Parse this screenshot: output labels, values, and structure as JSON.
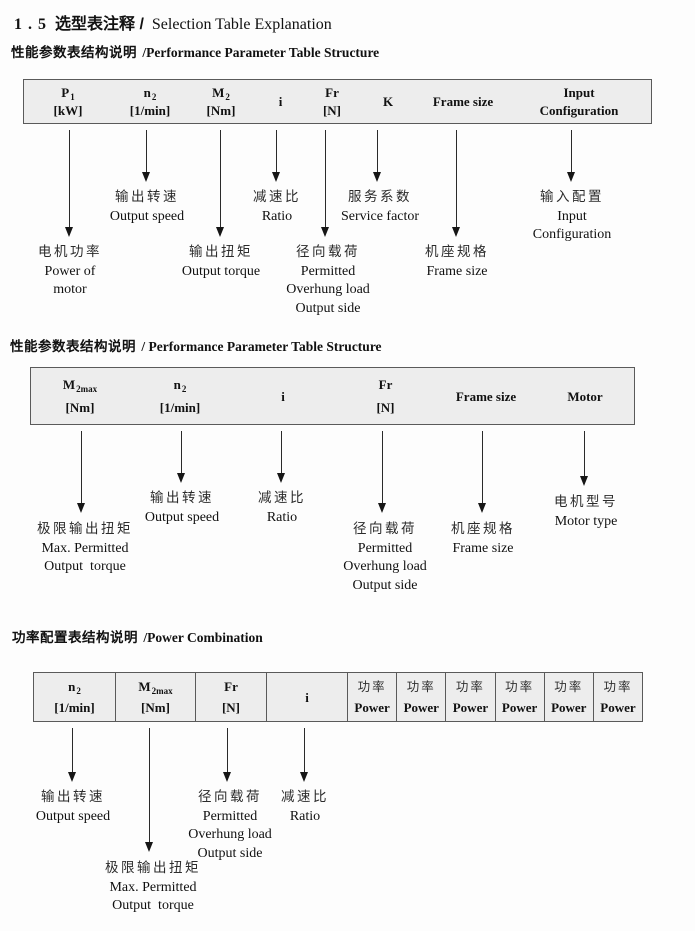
{
  "title": {
    "num": "1 . 5",
    "cn": "选型表注释 /",
    "en": "Selection Table Explanation"
  },
  "headings": {
    "s1_cn": "性能参数表结构说明",
    "s1_en": "/Performance Parameter Table Structure",
    "s2_cn": "性能参数表结构说明",
    "s2_en": "/ Performance Parameter Table Structure",
    "s3_cn": "功率配置表结构说明",
    "s3_en": "/Power Combination"
  },
  "colors": {
    "table_fill": "#ededed",
    "table_border": "#5a5a5a",
    "ink": "#111111"
  },
  "table1": {
    "columns": [
      {
        "l1": "P",
        "sub": "1",
        "l2": "[kW]"
      },
      {
        "l1": "n",
        "sub": "2",
        "l2": "[1/min]"
      },
      {
        "l1": "M",
        "sub": "2",
        "l2": "[Nm]"
      },
      {
        "l1": "i"
      },
      {
        "l1": "Fr",
        "l2": "[N]"
      },
      {
        "l1": "K"
      },
      {
        "l1": "Frame size"
      },
      {
        "l1": "Input",
        "l2": "Configuration"
      }
    ]
  },
  "table2": {
    "columns": [
      {
        "l1": "M",
        "sub": "2max",
        "l2": "[Nm]"
      },
      {
        "l1": "n",
        "sub": "2",
        "l2": "[1/min]"
      },
      {
        "l1": "i"
      },
      {
        "l1": "Fr",
        "l2": "[N]"
      },
      {
        "l1": "Frame size"
      },
      {
        "l1": "Motor"
      }
    ]
  },
  "table3": {
    "columns": [
      {
        "l1": "n",
        "sub": "2",
        "l2": "[1/min]"
      },
      {
        "l1": "M",
        "sub": "2max",
        "l2": "[Nm]"
      },
      {
        "l1": "Fr",
        "l2": "[N]"
      },
      {
        "l1": "i"
      }
    ],
    "power": {
      "cn": "功率",
      "en": "Power"
    },
    "power_count": 6
  },
  "callouts1": [
    {
      "cn": "电机功率",
      "en1": "Power of",
      "en2": "motor"
    },
    {
      "cn": "输出转速",
      "en1": "Output speed"
    },
    {
      "cn": "输出扭矩",
      "en1": "Output torque"
    },
    {
      "cn": "减速比",
      "en1": "Ratio"
    },
    {
      "cn": "径向载荷",
      "en1": "Permitted",
      "en2": "Overhung load",
      "en3": "Output side"
    },
    {
      "cn": "服务系数",
      "en1": "Service factor"
    },
    {
      "cn": "机座规格",
      "en1": "Frame size"
    },
    {
      "cn": "输入配置",
      "en1": "Input",
      "en2": "Configuration"
    }
  ],
  "callouts2": [
    {
      "cn": "极限输出扭矩",
      "en1": "Max. Permitted",
      "en2": "Output  torque"
    },
    {
      "cn": "输出转速",
      "en1": "Output speed"
    },
    {
      "cn": "减速比",
      "en1": "Ratio"
    },
    {
      "cn": "径向载荷",
      "en1": "Permitted",
      "en2": "Overhung load",
      "en3": "Output side"
    },
    {
      "cn": "机座规格",
      "en1": "Frame size"
    },
    {
      "cn": "电机型号",
      "en1": "Motor type"
    }
  ],
  "callouts3": [
    {
      "cn": "输出转速",
      "en1": "Output speed"
    },
    {
      "cn": "极限输出扭矩",
      "en1": "Max. Permitted",
      "en2": "Output  torque"
    },
    {
      "cn": "径向载荷",
      "en1": "Permitted",
      "en2": "Overhung load",
      "en3": "Output side"
    },
    {
      "cn": "减速比",
      "en1": "Ratio"
    }
  ]
}
